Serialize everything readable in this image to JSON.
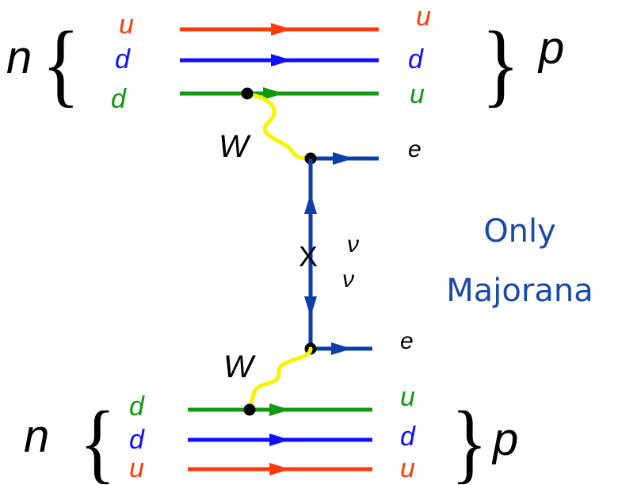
{
  "colors": {
    "red": "#ff3a0a",
    "blue": "#1010ff",
    "green": "#119911",
    "navy": "#0b3ea8",
    "yellow": "#f5f500",
    "black": "#000000",
    "note": "#1a4aa8"
  },
  "top": {
    "initial_label": "n",
    "final_label": "p",
    "initial_quarks": [
      "u",
      "d",
      "d"
    ],
    "final_quarks": [
      "u",
      "d",
      "u"
    ]
  },
  "bottom": {
    "initial_label": "n",
    "final_label": "p",
    "initial_quarks": [
      "d",
      "d",
      "u"
    ],
    "final_quarks": [
      "u",
      "d",
      "u"
    ]
  },
  "labels": {
    "w_top": "W",
    "w_bottom": "W",
    "electron_top": "e",
    "electron_bottom": "e",
    "cross": "X",
    "nu_top": "ν",
    "nu_bottom": "ν"
  },
  "note": {
    "line1": "Only",
    "line2": "Majorana"
  }
}
